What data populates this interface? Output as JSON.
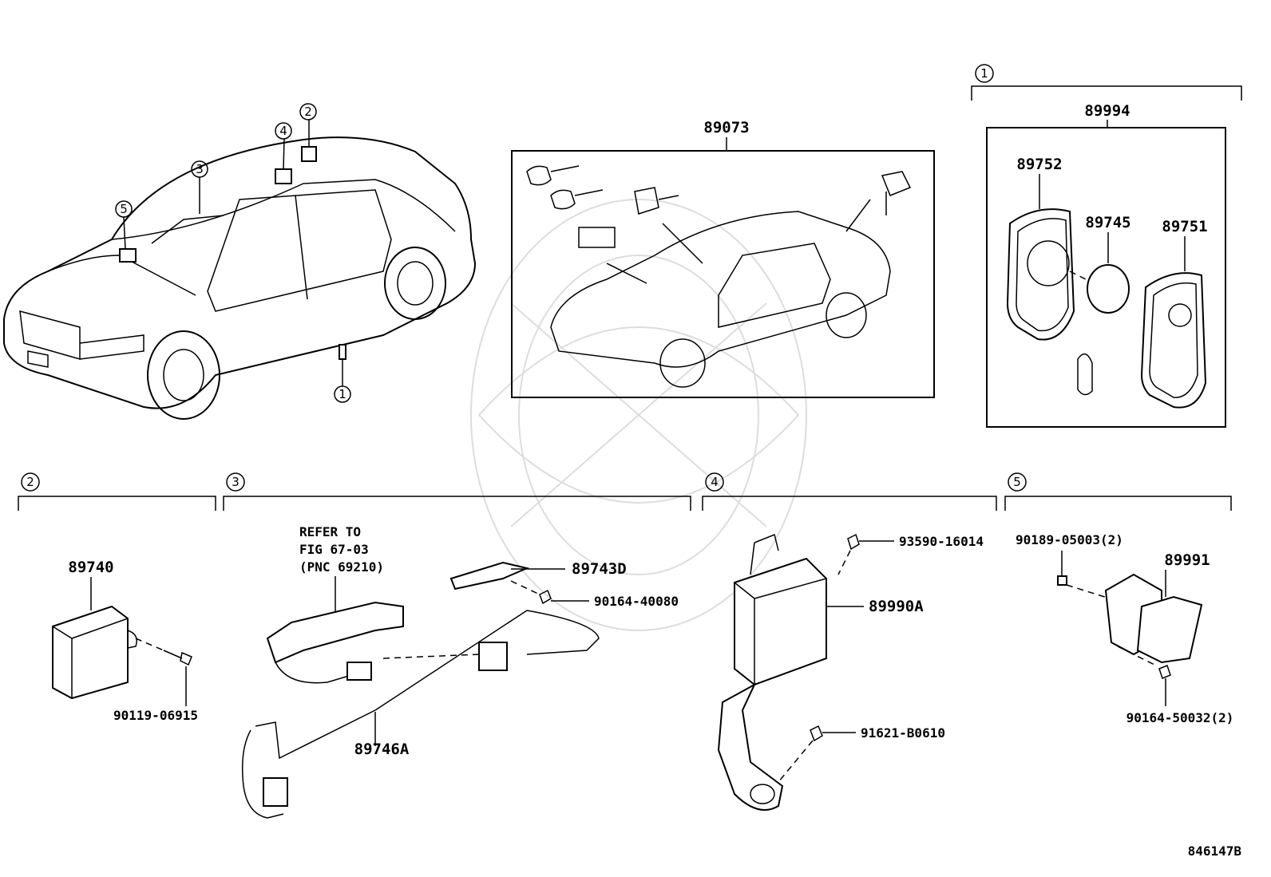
{
  "diagram_id": "846147B",
  "assemblies": {
    "key_set": "89073",
    "key_assembly": "89994",
    "key_transmitter_housing": "89752",
    "battery": "89745",
    "key_transmitter_cover": "89751"
  },
  "callouts": [
    "1",
    "2",
    "3",
    "4",
    "5"
  ],
  "section_2": {
    "part": "89740",
    "bolt": "90119-06915"
  },
  "section_3": {
    "refer_line1": "REFER TO",
    "refer_line2": "FIG  67-03",
    "refer_line3": "(PNC 69210)",
    "antenna": "89743D",
    "screw": "90164-40080",
    "harness": "89746A"
  },
  "section_4": {
    "bolt_top": "93590-16014",
    "computer": "89990A",
    "bolt_bottom": "91621-B0610"
  },
  "section_5": {
    "nut": "90189-05003(2)",
    "receiver": "89991",
    "screw": "90164-50032(2)"
  }
}
